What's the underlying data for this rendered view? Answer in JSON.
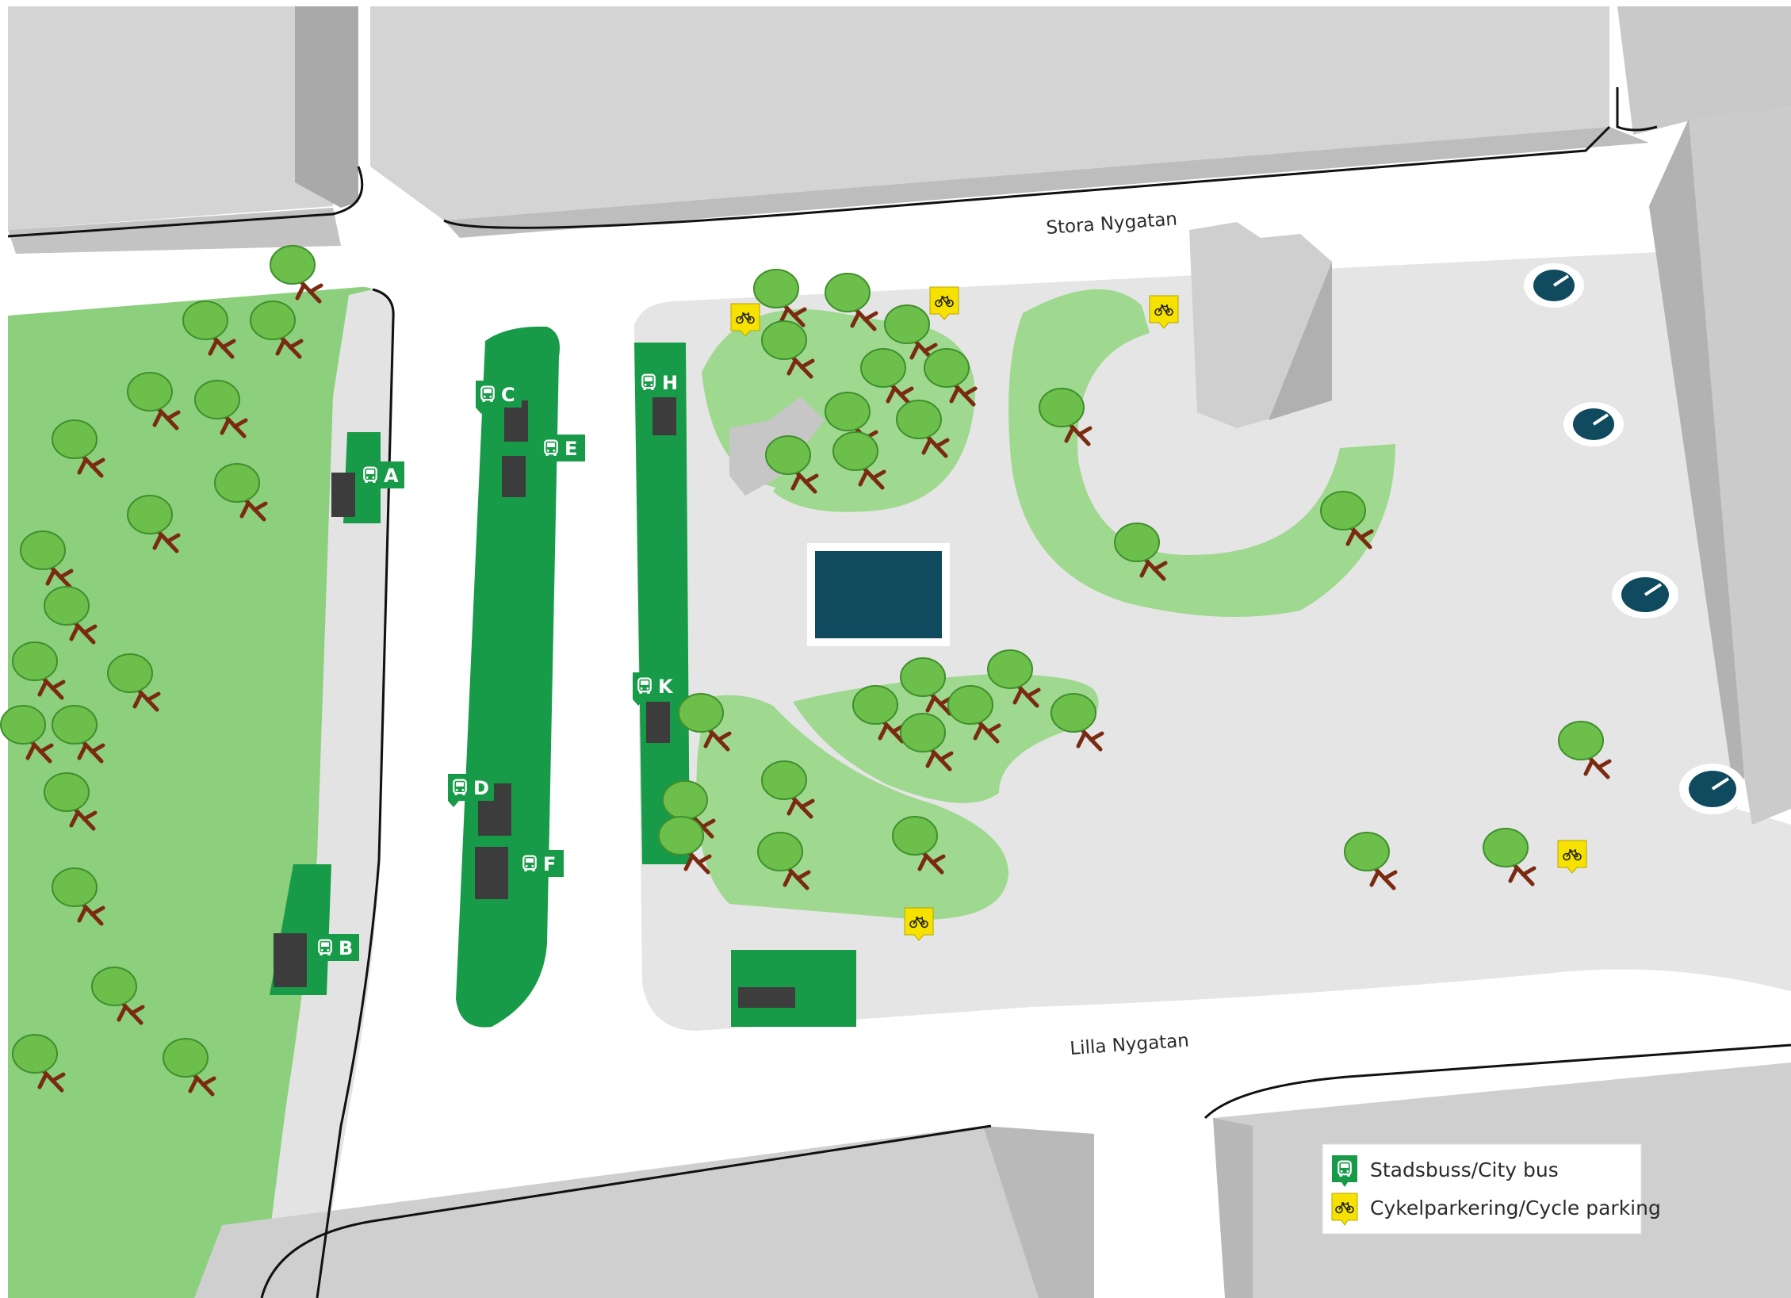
{
  "streets": {
    "north": "Stora Nygatan",
    "south": "Lilla Nygatan"
  },
  "bus_stops": [
    {
      "letter": "A",
      "name": "bus-stop-a"
    },
    {
      "letter": "B",
      "name": "bus-stop-b"
    },
    {
      "letter": "C",
      "name": "bus-stop-c"
    },
    {
      "letter": "D",
      "name": "bus-stop-d"
    },
    {
      "letter": "E",
      "name": "bus-stop-e"
    },
    {
      "letter": "F",
      "name": "bus-stop-f"
    },
    {
      "letter": "H",
      "name": "bus-stop-h"
    },
    {
      "letter": "K",
      "name": "bus-stop-k"
    }
  ],
  "legend": {
    "city_bus": "Stadsbuss/City bus",
    "cycle_parking": "Cykelparkering/Cycle parking"
  },
  "icons": {
    "bus": "bus-icon",
    "bicycle": "bicycle-icon"
  },
  "colors": {
    "bus_stop_green": "#179b48",
    "cycle_yellow": "#f6e100",
    "building_grey": "#cfcfcf",
    "park_green": "#8ccf7d",
    "plaza_grey": "#e5e5e5",
    "water_blue": "#0f4a5e"
  }
}
